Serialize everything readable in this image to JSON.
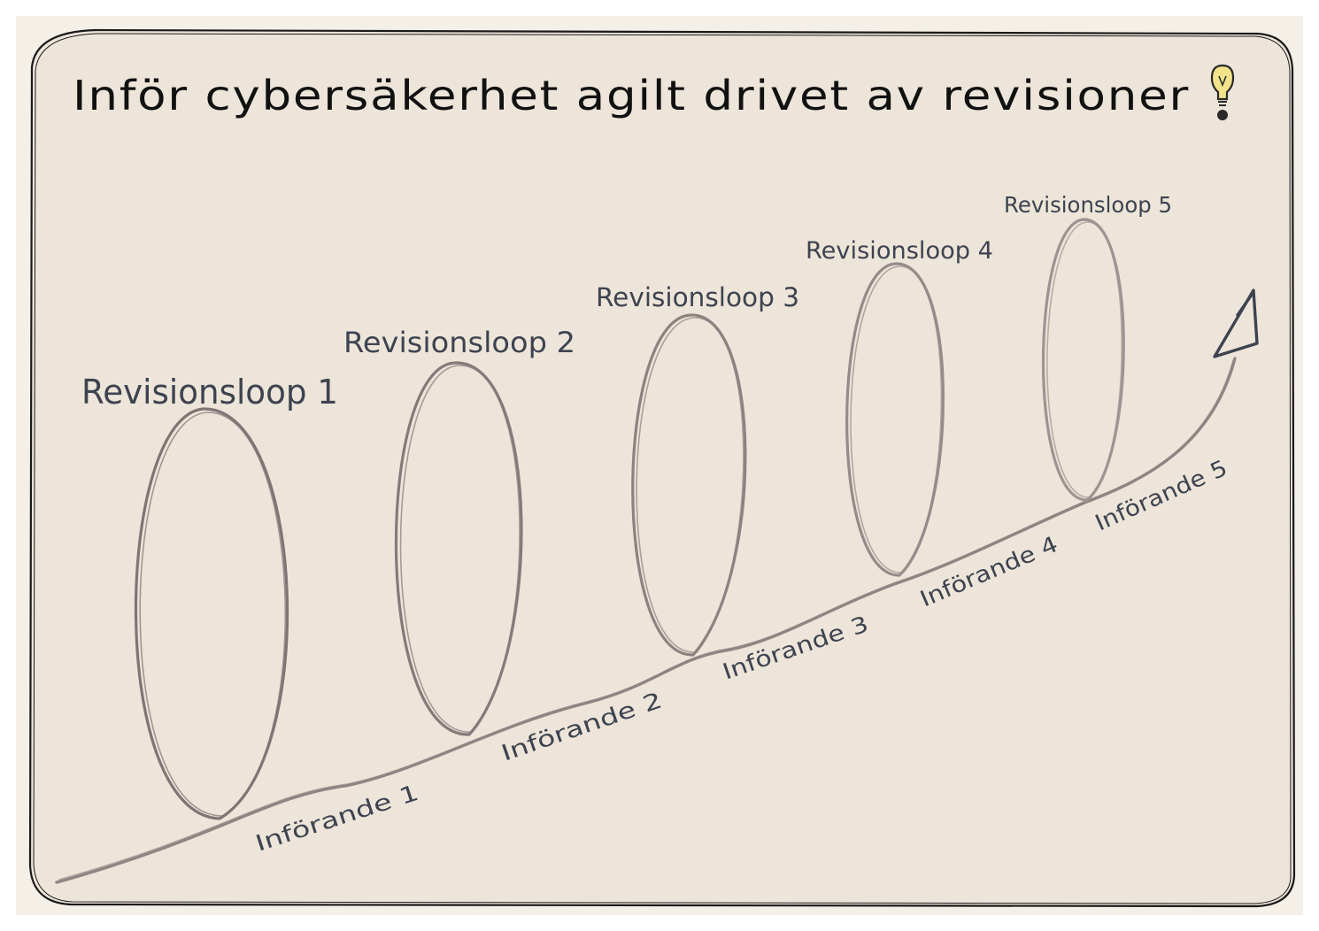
{
  "title": "Inför cybersäkerhet agilt drivet av revisioner",
  "icons": {
    "title_icon": "lightbulb-exclamation-icon",
    "arrow_head": "arrow-head-icon"
  },
  "colors": {
    "background": "#ede5d9",
    "border": "#1a1a1a",
    "title": "#111111",
    "label": "#3d4350",
    "curve": "#8f8583",
    "bulb": "#f2e38b"
  },
  "loops": [
    {
      "label": "Revisionsloop 1",
      "color": "#7f7575"
    },
    {
      "label": "Revisionsloop 2",
      "color": "#857a7a"
    },
    {
      "label": "Revisionsloop 3",
      "color": "#8c8280"
    },
    {
      "label": "Revisionsloop 4",
      "color": "#958b89"
    },
    {
      "label": "Revisionsloop 5",
      "color": "#9d9492"
    }
  ],
  "steps": [
    {
      "label": "Införande 1"
    },
    {
      "label": "Införande 2"
    },
    {
      "label": "Införande 3"
    },
    {
      "label": "Införande 4"
    },
    {
      "label": "Införande 5"
    }
  ]
}
